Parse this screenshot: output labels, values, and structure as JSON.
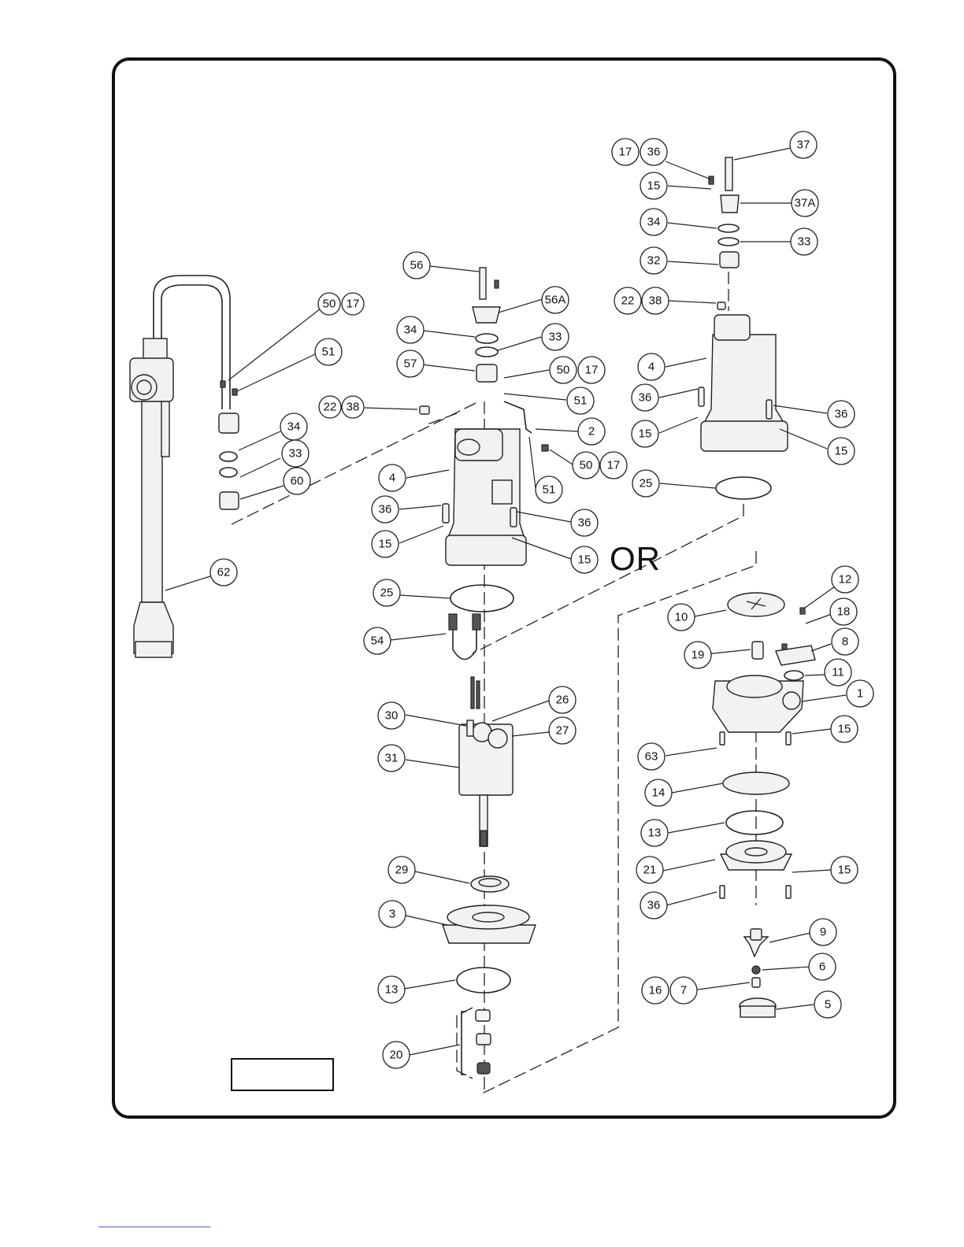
{
  "diagram": {
    "separator_text": "OR",
    "title_box_text": "",
    "callouts": [
      {
        "id": "c-17-a",
        "label": "17"
      },
      {
        "id": "c-36-a",
        "label": "36"
      },
      {
        "id": "c-37",
        "label": "37"
      },
      {
        "id": "c-15-a",
        "label": "15"
      },
      {
        "id": "c-37A",
        "label": "37A"
      },
      {
        "id": "c-34-a",
        "label": "34"
      },
      {
        "id": "c-33-a",
        "label": "33"
      },
      {
        "id": "c-32",
        "label": "32"
      },
      {
        "id": "c-22-a",
        "label": "22"
      },
      {
        "id": "c-38-a",
        "label": "38"
      },
      {
        "id": "c-4-a",
        "label": "4"
      },
      {
        "id": "c-36-b",
        "label": "36"
      },
      {
        "id": "c-36-c",
        "label": "36"
      },
      {
        "id": "c-15-b",
        "label": "15"
      },
      {
        "id": "c-15-c",
        "label": "15"
      },
      {
        "id": "c-25-a",
        "label": "25"
      },
      {
        "id": "c-56",
        "label": "56"
      },
      {
        "id": "c-56A",
        "label": "56A"
      },
      {
        "id": "c-50-a",
        "label": "50"
      },
      {
        "id": "c-17-b",
        "label": "17"
      },
      {
        "id": "c-34-b",
        "label": "34"
      },
      {
        "id": "c-33-b",
        "label": "33"
      },
      {
        "id": "c-51-a",
        "label": "51"
      },
      {
        "id": "c-57",
        "label": "57"
      },
      {
        "id": "c-50-b",
        "label": "50"
      },
      {
        "id": "c-17-c",
        "label": "17"
      },
      {
        "id": "c-51-b",
        "label": "51"
      },
      {
        "id": "c-22-b",
        "label": "22"
      },
      {
        "id": "c-38-b",
        "label": "38"
      },
      {
        "id": "c-2",
        "label": "2"
      },
      {
        "id": "c-34-c",
        "label": "34"
      },
      {
        "id": "c-50-c",
        "label": "50"
      },
      {
        "id": "c-17-d",
        "label": "17"
      },
      {
        "id": "c-33-c",
        "label": "33"
      },
      {
        "id": "c-4-b",
        "label": "4"
      },
      {
        "id": "c-51-c",
        "label": "51"
      },
      {
        "id": "c-60",
        "label": "60"
      },
      {
        "id": "c-36-d",
        "label": "36"
      },
      {
        "id": "c-36-e",
        "label": "36"
      },
      {
        "id": "c-15-d",
        "label": "15"
      },
      {
        "id": "c-15-e",
        "label": "15"
      },
      {
        "id": "c-62",
        "label": "62"
      },
      {
        "id": "c-25-b",
        "label": "25"
      },
      {
        "id": "c-12",
        "label": "12"
      },
      {
        "id": "c-10",
        "label": "10"
      },
      {
        "id": "c-18",
        "label": "18"
      },
      {
        "id": "c-54",
        "label": "54"
      },
      {
        "id": "c-8",
        "label": "8"
      },
      {
        "id": "c-19",
        "label": "19"
      },
      {
        "id": "c-11",
        "label": "11"
      },
      {
        "id": "c-1",
        "label": "1"
      },
      {
        "id": "c-26",
        "label": "26"
      },
      {
        "id": "c-30",
        "label": "30"
      },
      {
        "id": "c-27",
        "label": "27"
      },
      {
        "id": "c-15-f",
        "label": "15"
      },
      {
        "id": "c-31",
        "label": "31"
      },
      {
        "id": "c-63",
        "label": "63"
      },
      {
        "id": "c-14",
        "label": "14"
      },
      {
        "id": "c-13-a",
        "label": "13"
      },
      {
        "id": "c-29",
        "label": "29"
      },
      {
        "id": "c-21",
        "label": "21"
      },
      {
        "id": "c-15-g",
        "label": "15"
      },
      {
        "id": "c-36-f",
        "label": "36"
      },
      {
        "id": "c-3",
        "label": "3"
      },
      {
        "id": "c-9",
        "label": "9"
      },
      {
        "id": "c-6",
        "label": "6"
      },
      {
        "id": "c-13-b",
        "label": "13"
      },
      {
        "id": "c-16",
        "label": "16"
      },
      {
        "id": "c-7",
        "label": "7"
      },
      {
        "id": "c-5",
        "label": "5"
      },
      {
        "id": "c-20",
        "label": "20"
      }
    ]
  }
}
